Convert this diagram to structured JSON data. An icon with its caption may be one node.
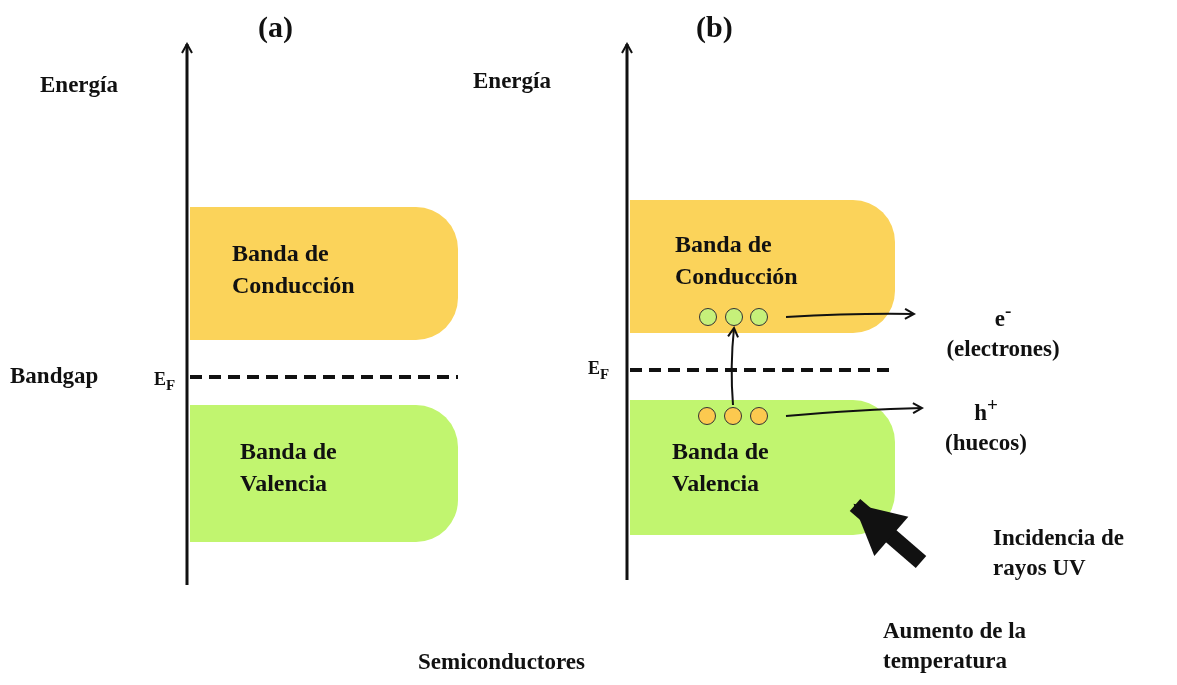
{
  "diagram": {
    "caption": "Semiconductores",
    "nodes": [
      {
        "text": [
          "Banda de Conducción"
        ]
      },
      {
        "text": [
          "Banda de Valencia"
        ]
      },
      {
        "text": [
          "Banda de Conducción"
        ]
      },
      {
        "text": [
          "Banda de Valencia"
        ]
      },
      {
        "text": [],
        "shape": "circle",
        "in": 2
      },
      {
        "text": [],
        "shape": "circle",
        "in": 2
      },
      {
        "text": [],
        "shape": "circle",
        "in": 2
      },
      {
        "text": [],
        "shape": "circle",
        "in": 3
      },
      {
        "text": [],
        "shape": "circle",
        "in": 3
      },
      {
        "text": [],
        "shape": "circle",
        "in": 3
      },
      {
        "text": [
          "e$^{-}$",
          "(electrones)"
        ]
      },
      {
        "text": [
          "h$^{+}$",
          "(huecos)"
        ]
      }
    ],
    "edges": [
      {
        "from": 6,
        "to": 10,
        "arrow": "to"
      },
      {
        "from": 9,
        "to": 11,
        "arrow": "to"
      },
      {
        "from": 8,
        "to": 5,
        "arrow": "to"
      },
      {
        "from": null,
        "to": 3,
        "arrow": "to",
        "style": "thick"
      }
    ],
    "labels": [
      "(a)",
      "(b)",
      "Energía",
      "Energía",
      "Bandgap",
      "E$_{F}$",
      "E$_{F}$",
      "Incidencia de rayos UV",
      "Aumento de la temperatura"
    ]
  }
}
